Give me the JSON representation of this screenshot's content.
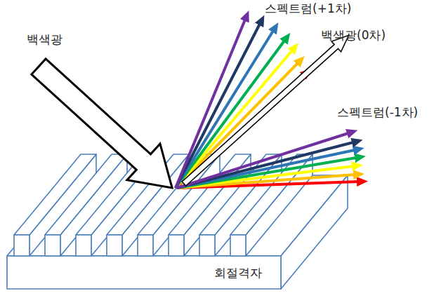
{
  "diagram": {
    "labels": [
      "스펙트럼(+1차)",
      "백색광",
      "백색광(0차)",
      "스펙트럼(-1차)",
      "회절격자"
    ]
  }
}
